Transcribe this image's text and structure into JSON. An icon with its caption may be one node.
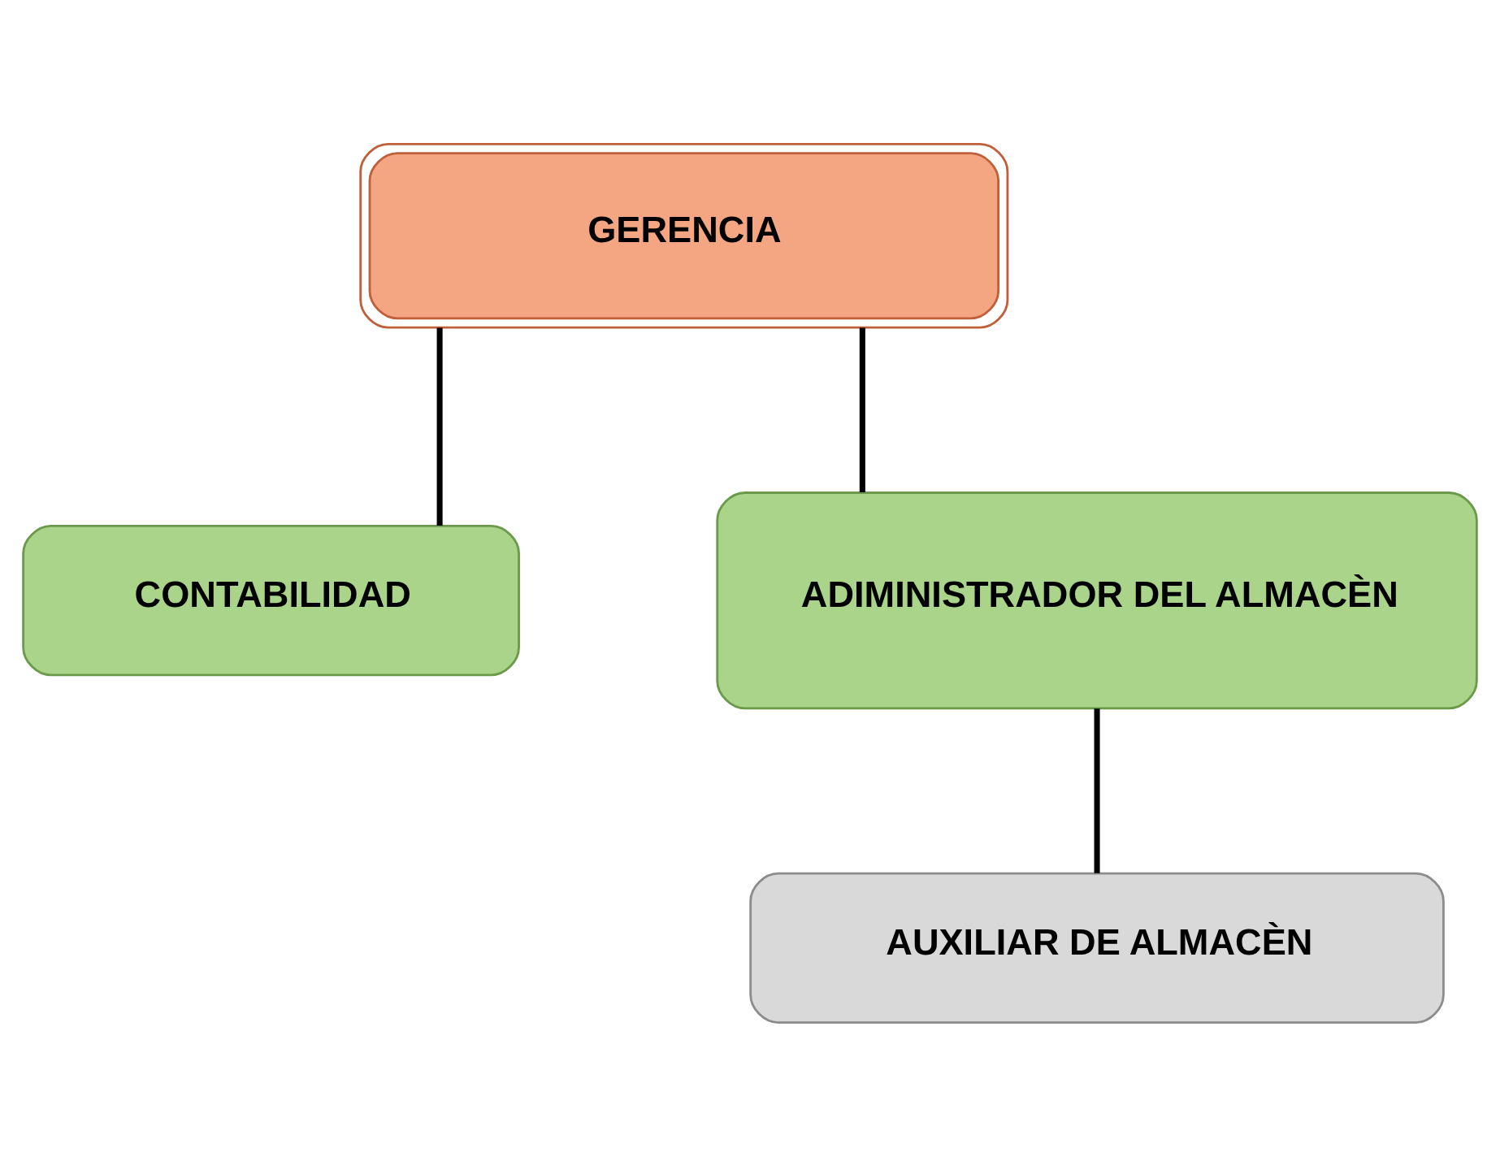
{
  "diagram": {
    "nodes": [
      {
        "text": [
          "GERENCIA"
        ]
      },
      {
        "text": [
          "CONTABILIDAD"
        ]
      },
      {
        "text": [
          "ADIMINISTRADOR DEL ALMACÈN"
        ]
      },
      {
        "text": [
          "AUXILIAR DE ALMACÈN"
        ]
      }
    ],
    "edges": [
      {
        "from": 0,
        "to": 1,
        "arrow": "none"
      },
      {
        "from": 0,
        "to": 2,
        "arrow": "none"
      },
      {
        "from": 2,
        "to": 3,
        "arrow": "none"
      }
    ]
  }
}
